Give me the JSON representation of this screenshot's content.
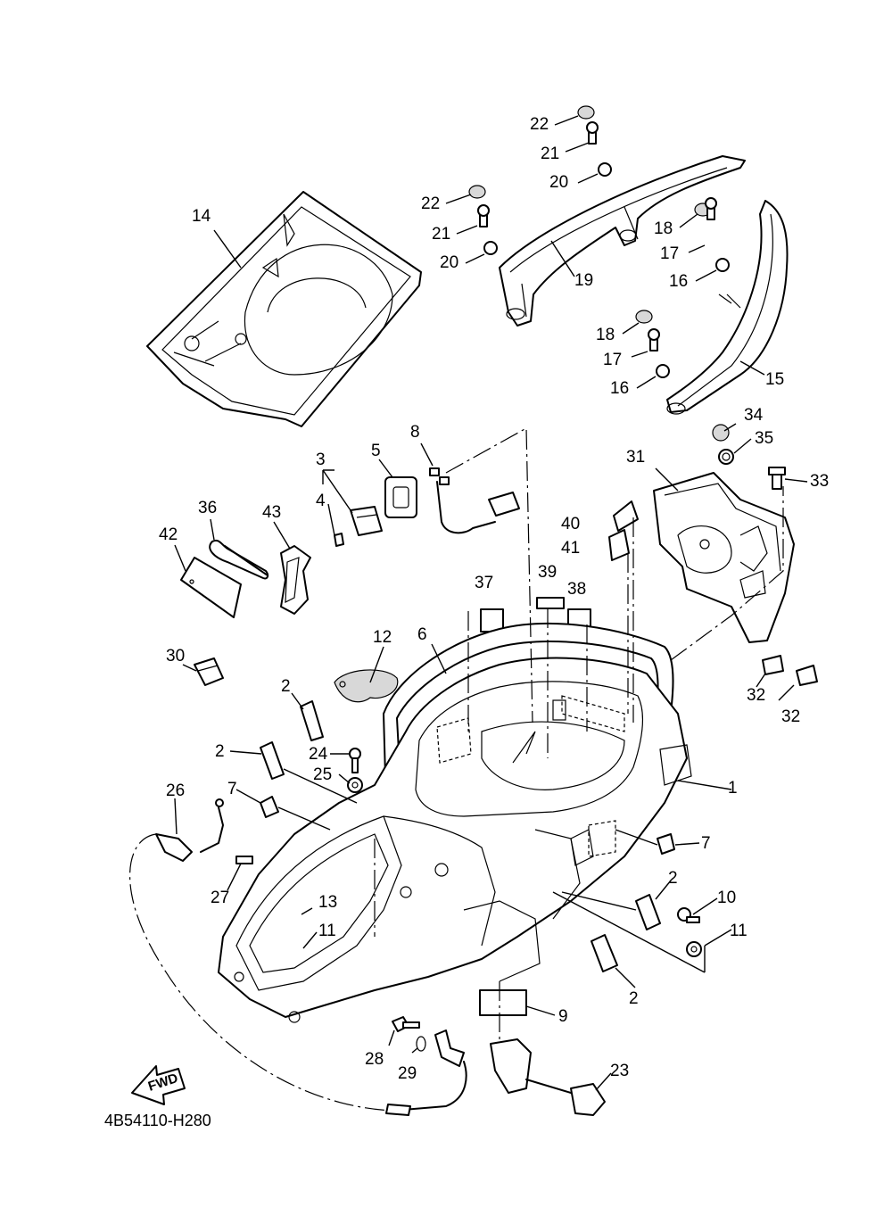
{
  "diagram": {
    "code": "4B54110-H280",
    "fwd_label": "FWD",
    "callouts": [
      "1",
      "2",
      "2",
      "2",
      "2",
      "3",
      "4",
      "5",
      "6",
      "7",
      "7",
      "8",
      "9",
      "10",
      "11",
      "11",
      "12",
      "13",
      "14",
      "15",
      "16",
      "16",
      "17",
      "17",
      "18",
      "18",
      "19",
      "20",
      "20",
      "21",
      "21",
      "22",
      "22",
      "23",
      "24",
      "25",
      "26",
      "27",
      "28",
      "29",
      "30",
      "31",
      "32",
      "32",
      "33",
      "34",
      "35",
      "36",
      "37",
      "38",
      "39",
      "40",
      "41",
      "42",
      "43"
    ]
  }
}
